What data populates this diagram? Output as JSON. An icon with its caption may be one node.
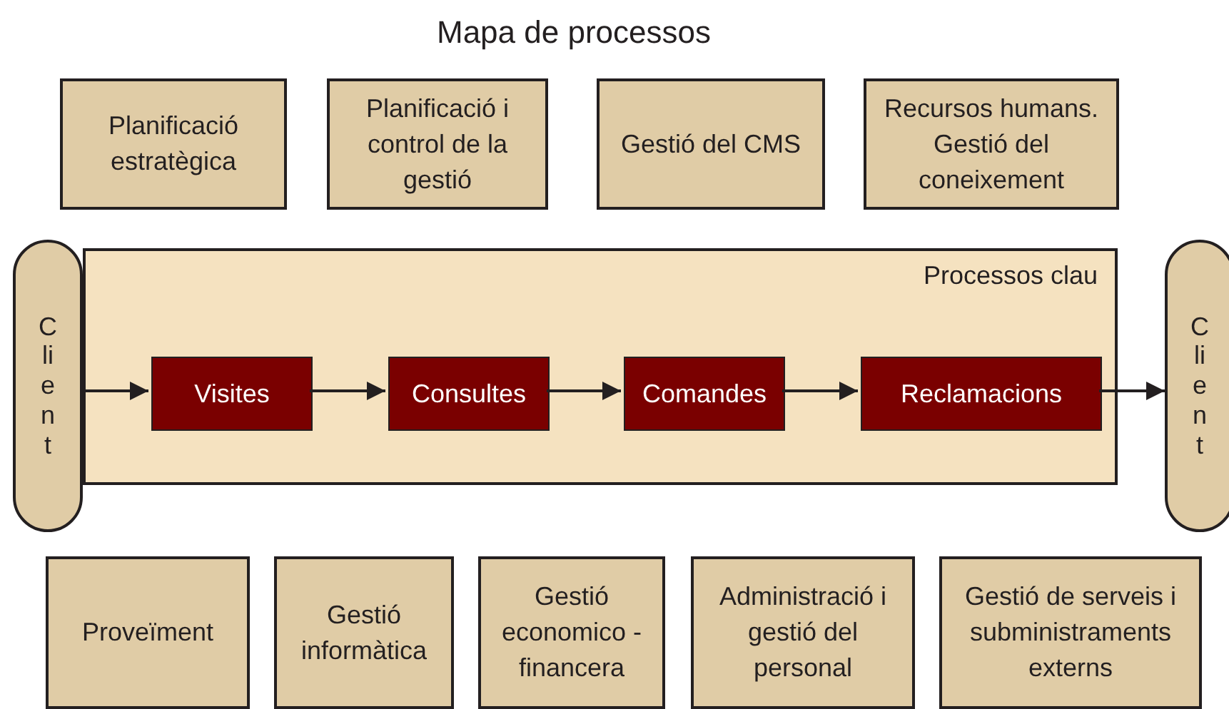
{
  "diagram": {
    "title": "Mapa de processos",
    "nodes": [
      {
        "text": [
          "Planificació estratègica"
        ]
      },
      {
        "text": [
          "Planificació i control de la gestió"
        ]
      },
      {
        "text": [
          "Gestió del CMS"
        ]
      },
      {
        "text": [
          "Recursos humans. Gestió del coneixement"
        ]
      },
      {
        "text": [
          "Client"
        ]
      },
      {
        "text": [
          "Processos clau"
        ]
      },
      {
        "text": [
          "Visites"
        ],
        "in": 5
      },
      {
        "text": [
          "Consultes"
        ],
        "in": 5
      },
      {
        "text": [
          "Comandes"
        ],
        "in": 5
      },
      {
        "text": [
          "Reclamacions"
        ],
        "in": 5
      },
      {
        "text": [
          "Client"
        ]
      },
      {
        "text": [
          "Proveïment"
        ]
      },
      {
        "text": [
          "Gestió informàtica"
        ]
      },
      {
        "text": [
          "Gestió economico -financera"
        ]
      },
      {
        "text": [
          "Administració i gestió del personal"
        ]
      },
      {
        "text": [
          "Gestió de serveis i subministraments externs"
        ]
      }
    ],
    "edges": [
      {
        "from": 4,
        "to": 6,
        "arrow": "to"
      },
      {
        "from": 6,
        "to": 7,
        "arrow": "to"
      },
      {
        "from": 7,
        "to": 8,
        "arrow": "to"
      },
      {
        "from": 8,
        "to": 9,
        "arrow": "to"
      },
      {
        "from": 9,
        "to": 10,
        "arrow": "to"
      }
    ]
  }
}
